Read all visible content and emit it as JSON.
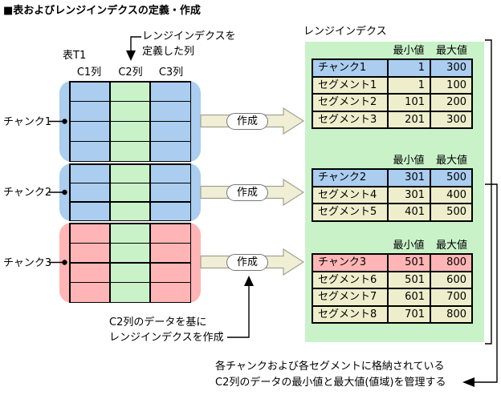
{
  "title": "■表およびレンジインデクスの定義・作成",
  "source_table": {
    "name": "表T1",
    "column_headers": [
      "C1列",
      "C2列",
      "C3列"
    ],
    "indexed_column_fill": "#c9f2c9",
    "chunks": [
      {
        "label": "チャンク1",
        "rows": 4,
        "fill": "#aacdf0"
      },
      {
        "label": "チャンク2",
        "rows": 3,
        "fill": "#aacdf0"
      },
      {
        "label": "チャンク3",
        "rows": 4,
        "fill": "#ffb5b5"
      }
    ]
  },
  "create_arrow_label": "作成",
  "annotations": {
    "indexed_column_line1": "レンジインデクスを",
    "indexed_column_line2": "定義した列",
    "create_basis_line1": "C2列のデータを基に",
    "create_basis_line2": "レンジインデクスを作成",
    "manage_note_line1": "各チャンクおよび各セグメントに格納されている",
    "manage_note_line2": "C2列のデータの最小値と最大値(値域)を管理する"
  },
  "range_index": {
    "title": "レンジインデクス",
    "col_min": "最小値",
    "col_max": "最大値",
    "tables": [
      {
        "rows": [
          {
            "label": "チャンク1",
            "min": "1",
            "max": "300",
            "kind": "chunk",
            "fill": "#aacdf0"
          },
          {
            "label": "セグメント1",
            "min": "1",
            "max": "100",
            "kind": "segment",
            "fill": "#eeeecc"
          },
          {
            "label": "セグメント2",
            "min": "101",
            "max": "200",
            "kind": "segment",
            "fill": "#eeeecc"
          },
          {
            "label": "セグメント3",
            "min": "201",
            "max": "300",
            "kind": "segment",
            "fill": "#eeeecc"
          }
        ]
      },
      {
        "rows": [
          {
            "label": "チャンク2",
            "min": "301",
            "max": "500",
            "kind": "chunk",
            "fill": "#aacdf0"
          },
          {
            "label": "セグメント4",
            "min": "301",
            "max": "400",
            "kind": "segment",
            "fill": "#eeeecc"
          },
          {
            "label": "セグメント5",
            "min": "401",
            "max": "500",
            "kind": "segment",
            "fill": "#eeeecc"
          }
        ]
      },
      {
        "rows": [
          {
            "label": "チャンク3",
            "min": "501",
            "max": "800",
            "kind": "chunk",
            "fill": "#ffb5b5"
          },
          {
            "label": "セグメント6",
            "min": "501",
            "max": "600",
            "kind": "segment",
            "fill": "#eeeecc"
          },
          {
            "label": "セグメント7",
            "min": "601",
            "max": "700",
            "kind": "segment",
            "fill": "#eeeecc"
          },
          {
            "label": "セグメント8",
            "min": "701",
            "max": "800",
            "kind": "segment",
            "fill": "#eeeecc"
          }
        ]
      }
    ]
  },
  "colors": {
    "chunk_blue": "#aacdf0",
    "chunk_pink": "#ffb5b5",
    "column_green": "#c9f2c9",
    "panel_green": "#c9f2c9",
    "segment_beige": "#eeeecc",
    "arrow_beige": "#f0eed5",
    "line_black": "#000000"
  }
}
